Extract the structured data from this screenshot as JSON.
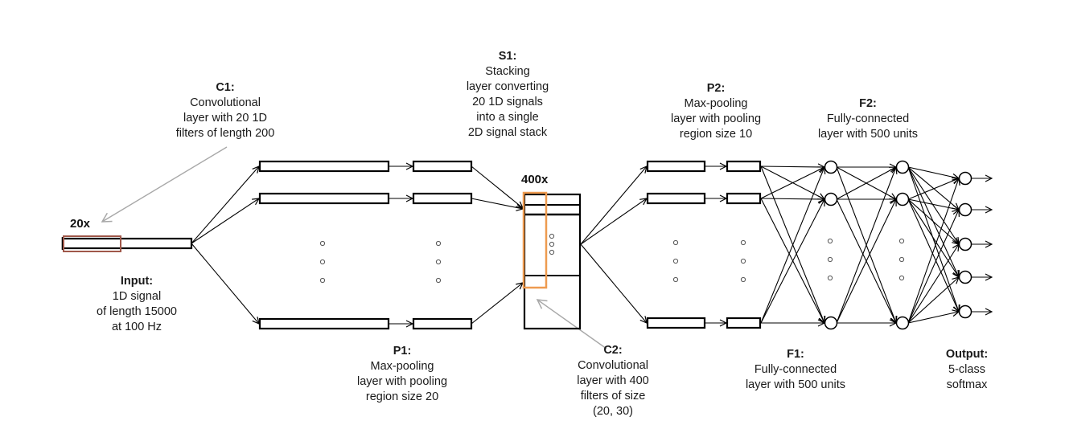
{
  "diagram": {
    "title": "1D CNN architecture for 5-class classification",
    "colors": {
      "stroke": "#000000",
      "annotation_arrow": "#a8a8a8",
      "c1_filter_highlight": "#a0584a",
      "c2_filter_highlight": "#ee9b50",
      "ellipsis_dot": "#555555"
    },
    "multipliers": {
      "c1": "20x",
      "c2": "400x"
    },
    "labels": {
      "input": {
        "title": "Input:",
        "lines": [
          "1D signal",
          "of length 15000",
          "at 100 Hz"
        ]
      },
      "c1": {
        "title": "C1:",
        "lines": [
          "Convolutional",
          "layer with 20 1D",
          "filters of length 200"
        ]
      },
      "p1": {
        "title": "P1:",
        "lines": [
          "Max-pooling",
          "layer with pooling",
          "region size 20"
        ]
      },
      "s1": {
        "title": "S1:",
        "lines": [
          "Stacking",
          "layer converting",
          "20 1D signals",
          "into a single",
          "2D signal stack"
        ]
      },
      "c2": {
        "title": "C2:",
        "lines": [
          "Convolutional",
          "layer with 400",
          "filters of size",
          "(20, 30)"
        ]
      },
      "p2": {
        "title": "P2:",
        "lines": [
          "Max-pooling",
          "layer with pooling",
          "region size 10"
        ]
      },
      "f1": {
        "title": "F1:",
        "lines": [
          "Fully-connected",
          "layer with 500 units"
        ]
      },
      "f2": {
        "title": "F2:",
        "lines": [
          "Fully-connected",
          "layer with 500 units"
        ]
      },
      "output": {
        "title": "Output:",
        "lines": [
          "5-class",
          "softmax"
        ]
      }
    },
    "structure": {
      "c1_branches_shown": 3,
      "p2_branches_shown": 3,
      "f1_nodes_shown": 3,
      "f2_nodes_shown": 3,
      "output_nodes": 5
    }
  }
}
